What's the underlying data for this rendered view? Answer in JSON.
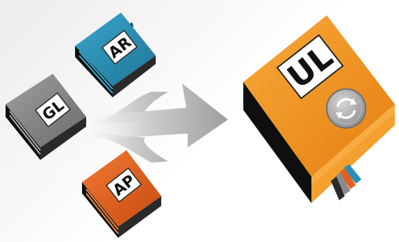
{
  "books": {
    "ar": {
      "label": "AR",
      "color": "#2a8fb5"
    },
    "gl": {
      "label": "GL",
      "color": "#8a8a8a"
    },
    "ap": {
      "label": "AP",
      "color": "#e55f1c"
    },
    "ul": {
      "label": "UL",
      "color": "#f39a1e"
    }
  },
  "arrow": {
    "color": "#c4c4c4"
  },
  "sync_badge": {
    "icon": "sync-icon"
  }
}
